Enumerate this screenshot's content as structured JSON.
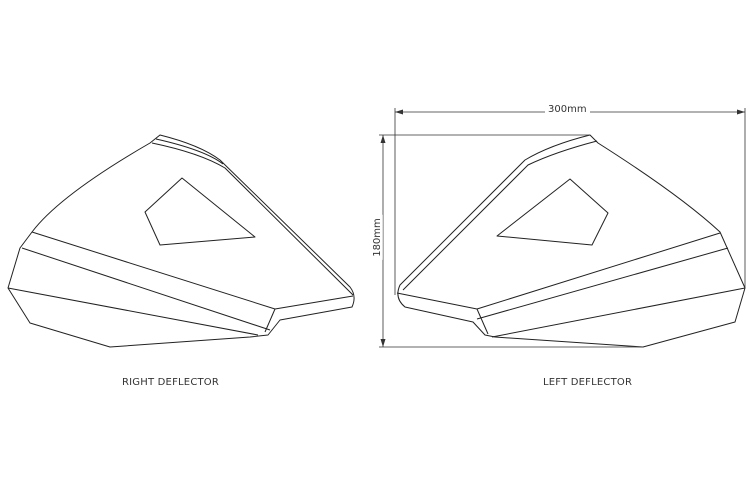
{
  "labels": {
    "right": "RIGHT DEFLECTOR",
    "left": "LEFT DEFLECTOR"
  },
  "dimensions": {
    "width": "300mm",
    "height": "180mm"
  },
  "colors": {
    "line": "#222222",
    "background": "#ffffff"
  }
}
